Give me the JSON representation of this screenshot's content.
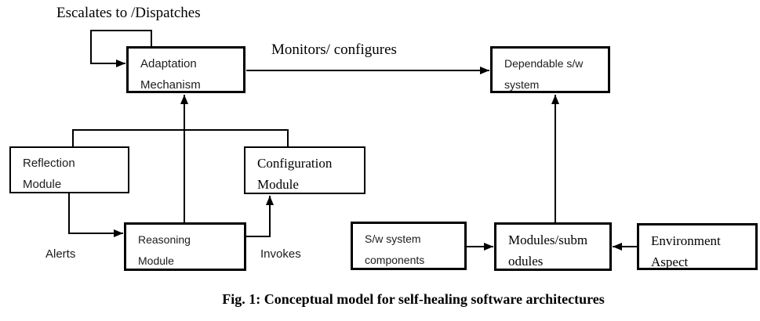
{
  "diagram": {
    "boxes": {
      "adaptation": {
        "lines": [
          "Adaptation",
          "Mechanism"
        ]
      },
      "dependable": {
        "lines": [
          "Dependable s/w",
          "system"
        ]
      },
      "reflection": {
        "lines": [
          "Reflection",
          "Module"
        ]
      },
      "configuration": {
        "lines": [
          "Configuration",
          "Module"
        ]
      },
      "reasoning": {
        "lines": [
          "Reasoning",
          "Module"
        ]
      },
      "sw_components": {
        "lines": [
          "S/w system",
          "components"
        ]
      },
      "modules": {
        "lines": [
          "Modules/subm",
          "odules"
        ]
      },
      "environment": {
        "lines": [
          "Environment",
          "Aspect"
        ]
      }
    },
    "labels": {
      "escalates": "Escalates to /Dispatches",
      "monitors": "Monitors/ configures",
      "alerts": "Alerts",
      "invokes": "Invokes"
    },
    "caption": "Fig. 1: Conceptual model for self-healing software architectures",
    "colors": {
      "line": "#000000",
      "background": "#ffffff",
      "text": "#000000"
    }
  }
}
